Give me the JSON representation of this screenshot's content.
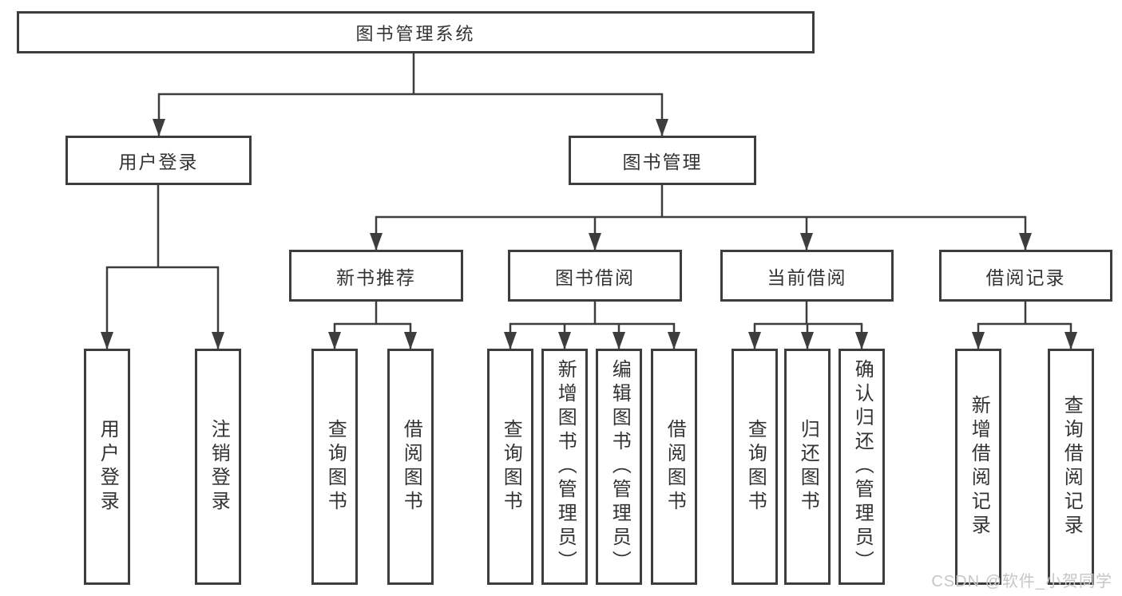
{
  "page": {
    "background": "#ffffff",
    "watermark": "CSDN @软件_小贺同学",
    "colors": {
      "line": "#3d3d3d",
      "box_border": "#3d3d3d",
      "text": "#333333",
      "watermark": "#c6c6c6"
    }
  },
  "diagram": {
    "type": "hierarchy-tree",
    "root": {
      "label": "图书管理系统"
    },
    "branches": [
      {
        "label": "用户登录",
        "children": [
          {
            "label": "用户登录"
          },
          {
            "label": "注销登录"
          }
        ]
      },
      {
        "label": "图书管理",
        "children": [
          {
            "label": "新书推荐",
            "children": [
              {
                "label": "查询图书"
              },
              {
                "label": "借阅图书"
              }
            ]
          },
          {
            "label": "图书借阅",
            "children": [
              {
                "label": "查询图书"
              },
              {
                "label": "新增图书（管理员）"
              },
              {
                "label": "编辑图书（管理员）"
              },
              {
                "label": "借阅图书"
              }
            ]
          },
          {
            "label": "当前借阅",
            "children": [
              {
                "label": "查询图书"
              },
              {
                "label": "归还图书"
              },
              {
                "label": "确认归还（管理员）"
              }
            ]
          },
          {
            "label": "借阅记录",
            "children": [
              {
                "label": "新增借阅记录"
              },
              {
                "label": "查询借阅记录"
              }
            ]
          }
        ]
      }
    ]
  }
}
